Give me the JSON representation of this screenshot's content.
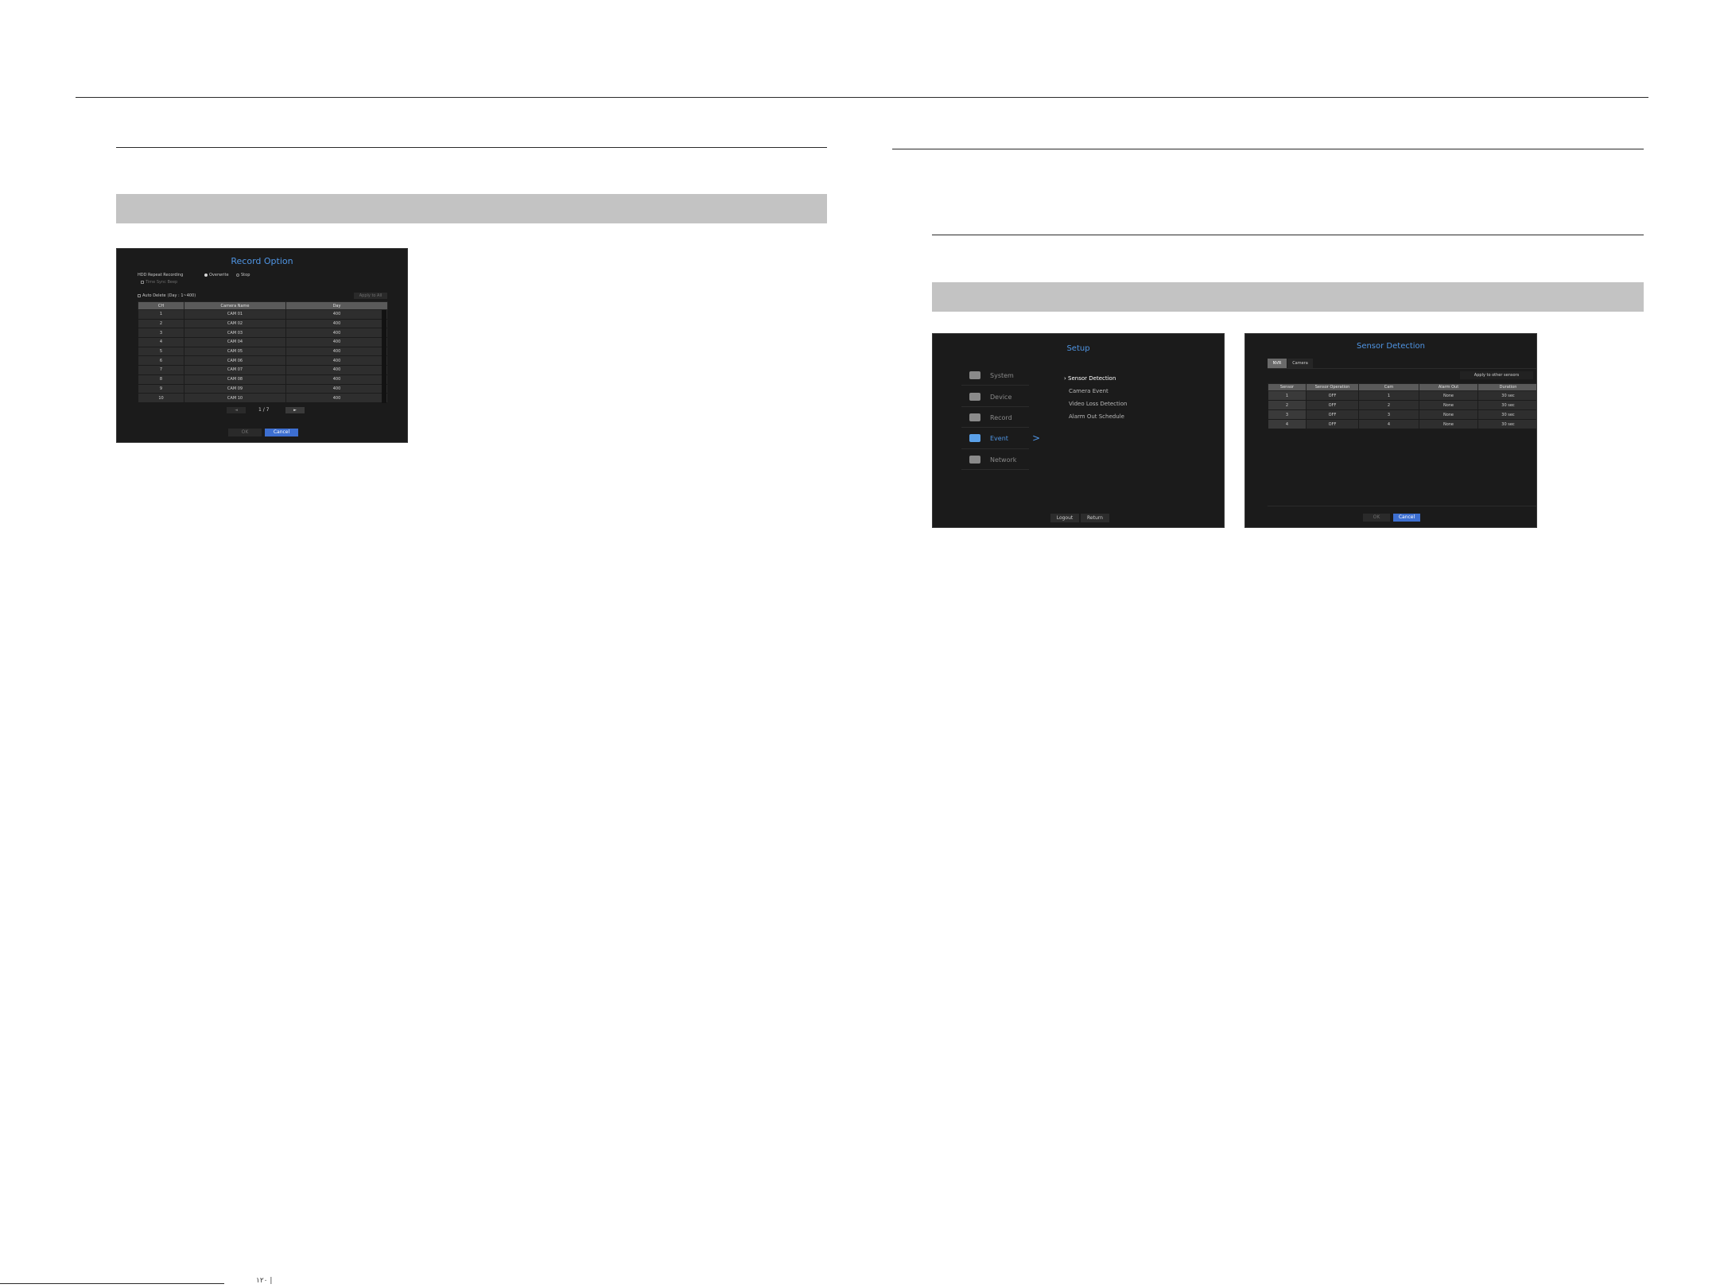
{
  "page": {
    "page_mark": "۱۲۰ |"
  },
  "record_option": {
    "title": "Record Option",
    "hdd_repeat_label": "HDD Repeat Recording",
    "option_overwrite": "Overwrite",
    "option_stop": "Stop",
    "time_sync_beep": "Time Sync Beep",
    "auto_delete": "Auto Delete",
    "day_range": "(Day : 1~400)",
    "apply_all": "Apply to All",
    "columns": [
      "CH",
      "Camera Name",
      "Day"
    ],
    "rows": [
      [
        "1",
        "CAM 01",
        "400"
      ],
      [
        "2",
        "CAM 02",
        "400"
      ],
      [
        "3",
        "CAM 03",
        "400"
      ],
      [
        "4",
        "CAM 04",
        "400"
      ],
      [
        "5",
        "CAM 05",
        "400"
      ],
      [
        "6",
        "CAM 06",
        "400"
      ],
      [
        "7",
        "CAM 07",
        "400"
      ],
      [
        "8",
        "CAM 08",
        "400"
      ],
      [
        "9",
        "CAM 09",
        "400"
      ],
      [
        "10",
        "CAM 10",
        "400"
      ]
    ],
    "prev": "◄",
    "pagination": "1 / 7",
    "next": "►",
    "ok": "OK",
    "cancel": "Cancel"
  },
  "setup": {
    "title": "Setup",
    "menu": [
      {
        "label": "System",
        "icon": "monitor-icon"
      },
      {
        "label": "Device",
        "icon": "device-icon"
      },
      {
        "label": "Record",
        "icon": "record-icon"
      },
      {
        "label": "Event",
        "icon": "event-icon",
        "active": true
      },
      {
        "label": "Network",
        "icon": "network-icon"
      }
    ],
    "submenu": [
      "Sensor Detection",
      "Camera Event",
      "Video Loss Detection",
      "Alarm Out Schedule"
    ],
    "arrow": ">",
    "logout": "Logout",
    "return": "Return"
  },
  "sensor_detection": {
    "title": "Sensor Detection",
    "tabs": [
      "NVR",
      "Camera"
    ],
    "apply_other": "Apply to other sensors",
    "columns": [
      "Sensor",
      "Sensor Operation",
      "Cam",
      "Alarm Out",
      "Duration"
    ],
    "rows": [
      [
        "1",
        "OFF",
        "1",
        "None",
        "30 sec"
      ],
      [
        "2",
        "OFF",
        "2",
        "None",
        "30 sec"
      ],
      [
        "3",
        "OFF",
        "3",
        "None",
        "30 sec"
      ],
      [
        "4",
        "OFF",
        "4",
        "None",
        "30 sec"
      ]
    ],
    "ok": "OK",
    "cancel": "Cancel"
  },
  "colors": {
    "accent_blue": "#4f95e4",
    "button_blue": "#3d6fd1",
    "section_bar": "#c3c3c3"
  }
}
